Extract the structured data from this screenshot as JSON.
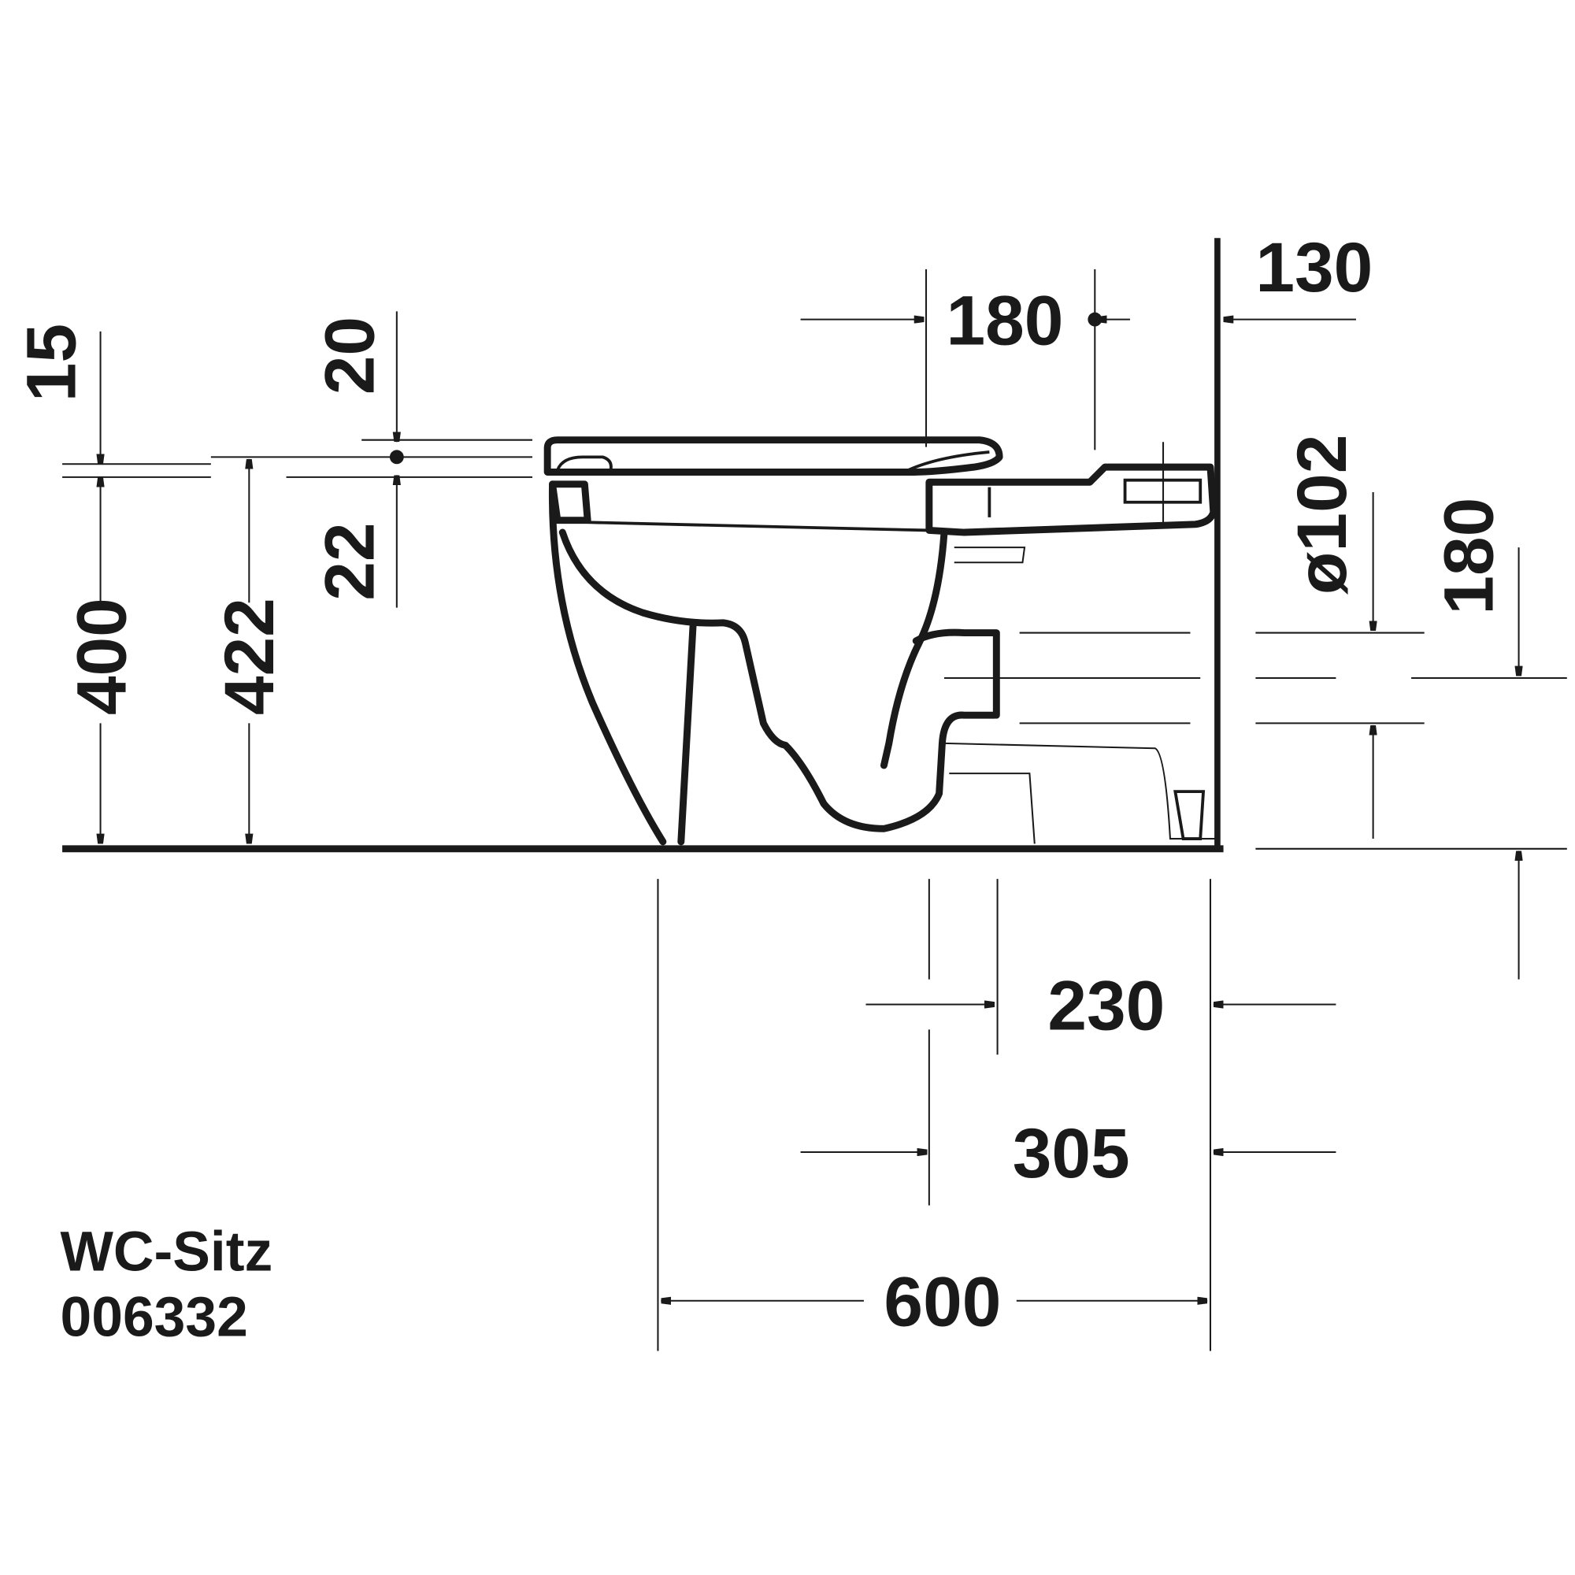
{
  "title": {
    "line1": "WC-Sitz",
    "line2": "006332"
  },
  "dimensions": {
    "wall_offset": "130",
    "seat_hinge_distance": "180",
    "seat_thickness_top": "15",
    "seat_lid_offset": "20",
    "seat_height_offset": "22",
    "bowl_height": "400",
    "seat_height": "422",
    "outlet_diameter": "ø102",
    "outlet_height": "180",
    "outlet_distance": "230",
    "fixing_distance": "305",
    "total_depth": "600"
  },
  "colors": {
    "ink": "#1a1a1a",
    "background": "#ffffff"
  }
}
